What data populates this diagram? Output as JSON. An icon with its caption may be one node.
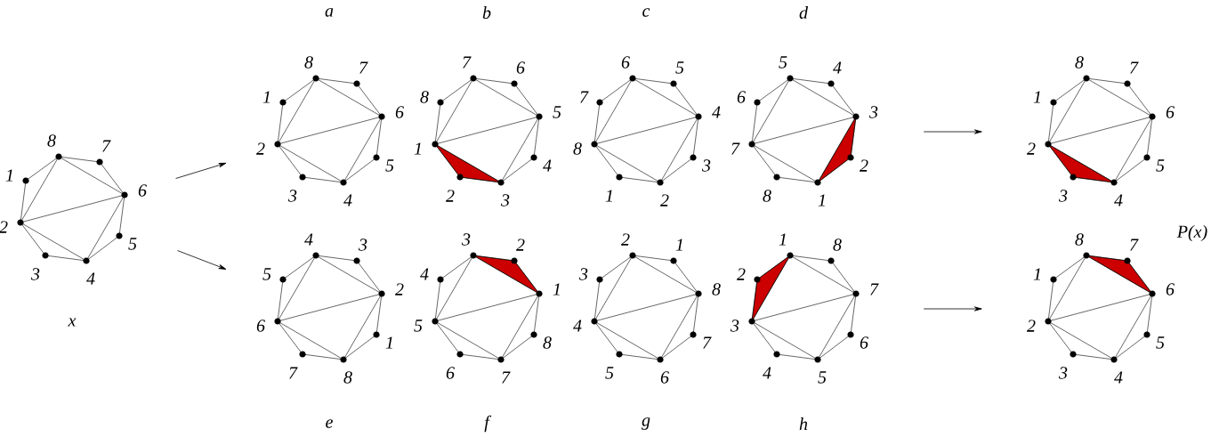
{
  "diagram": {
    "nodes": [
      {
        "text": [
          "8",
          "7",
          "6",
          "5",
          "4",
          "3",
          "2",
          "1"
        ],
        "beside": [
          "x"
        ]
      },
      {
        "text": [
          "8",
          "7",
          "6",
          "5",
          "4",
          "3",
          "2",
          "1"
        ],
        "beside": [
          "a"
        ]
      },
      {
        "text": [
          "7",
          "6",
          "5",
          "4",
          "3",
          "2",
          "1",
          "8"
        ],
        "beside": [
          "b"
        ]
      },
      {
        "text": [
          "6",
          "5",
          "4",
          "3",
          "2",
          "1",
          "8",
          "7"
        ],
        "beside": [
          "c"
        ]
      },
      {
        "text": [
          "5",
          "4",
          "3",
          "2",
          "1",
          "8",
          "7",
          "6"
        ],
        "beside": [
          "d"
        ]
      },
      {
        "text": [
          "8",
          "7",
          "6",
          "5",
          "4",
          "3",
          "2",
          "1"
        ]
      },
      {
        "text": [
          "4",
          "3",
          "2",
          "1",
          "8",
          "7",
          "6",
          "5"
        ],
        "beside": [
          "e"
        ]
      },
      {
        "text": [
          "3",
          "2",
          "1",
          "8",
          "7",
          "6",
          "5",
          "4"
        ],
        "beside": [
          "f"
        ]
      },
      {
        "text": [
          "2",
          "1",
          "8",
          "7",
          "6",
          "5",
          "4",
          "3"
        ],
        "beside": [
          "g"
        ]
      },
      {
        "text": [
          "1",
          "8",
          "7",
          "6",
          "5",
          "4",
          "3",
          "2"
        ],
        "beside": [
          "h"
        ]
      },
      {
        "text": [
          "8",
          "7",
          "6",
          "5",
          "4",
          "3",
          "2",
          "1"
        ]
      }
    ],
    "edges": [
      {
        "from": 0,
        "to": 1,
        "arrow": "to"
      },
      {
        "from": 0,
        "to": 6,
        "arrow": "to"
      },
      {
        "from": 4,
        "to": 5,
        "arrow": "to"
      },
      {
        "from": 9,
        "to": 10,
        "arrow": "to"
      }
    ],
    "labels": [
      "P(x)"
    ]
  }
}
